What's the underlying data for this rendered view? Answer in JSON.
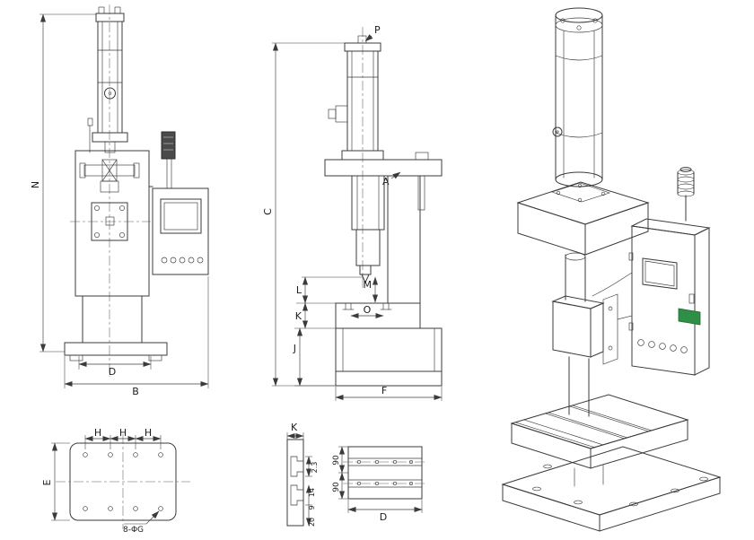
{
  "drawing": {
    "background": "#ffffff",
    "line_color": "#3b3b3b",
    "sticker_color": "#2f8f46",
    "front_view": {
      "dim_n": "N",
      "dim_d": "D",
      "dim_b": "B"
    },
    "side_view": {
      "dim_p": "P",
      "dim_a": "A",
      "dim_c": "C",
      "dim_m": "M",
      "dim_o": "O",
      "dim_l": "L",
      "dim_k": "K",
      "dim_j": "J",
      "dim_f": "F"
    },
    "base_plate_view": {
      "dim_h": [
        "H",
        "H",
        "H"
      ],
      "dim_e": "E",
      "hole_callout": "8-ΦG"
    },
    "slot_section_view": {
      "dim_k": "K",
      "dims": [
        "2.3",
        "14",
        "9",
        "20"
      ]
    },
    "table_plan_view": {
      "dim_90_top": "90",
      "dim_90_bottom": "90",
      "dim_d": "D"
    }
  }
}
